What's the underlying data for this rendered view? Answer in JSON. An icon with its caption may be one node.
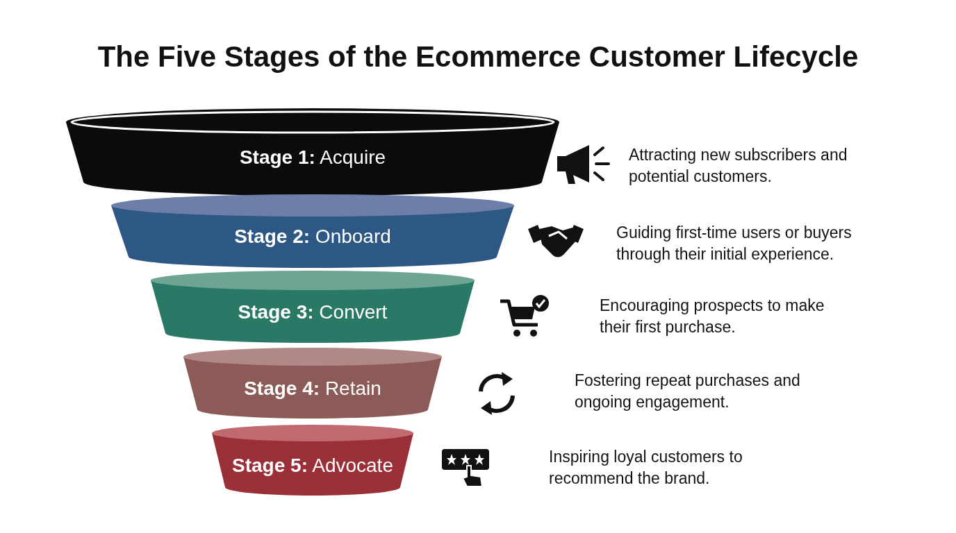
{
  "diagram": {
    "title": "The Five Stages of the Ecommerce Customer Lifecycle",
    "nodes": [
      {
        "text": [
          "**Stage 1:** Acquire"
        ]
      },
      {
        "text": [
          "**Stage 2:** Onboard"
        ]
      },
      {
        "text": [
          "**Stage 3:** Convert"
        ]
      },
      {
        "text": [
          "**Stage 4:** Retain"
        ]
      },
      {
        "text": [
          "**Stage 5:** Advocate"
        ]
      }
    ],
    "labels": [
      "Attracting new subscribers and potential customers.",
      "Guiding first-time users or buyers through their initial experience.",
      "Encouraging prospects to make their first purchase.",
      "Fostering repeat purchases and ongoing engagement.",
      "Inspiring loyal customers to recommend the brand."
    ]
  }
}
